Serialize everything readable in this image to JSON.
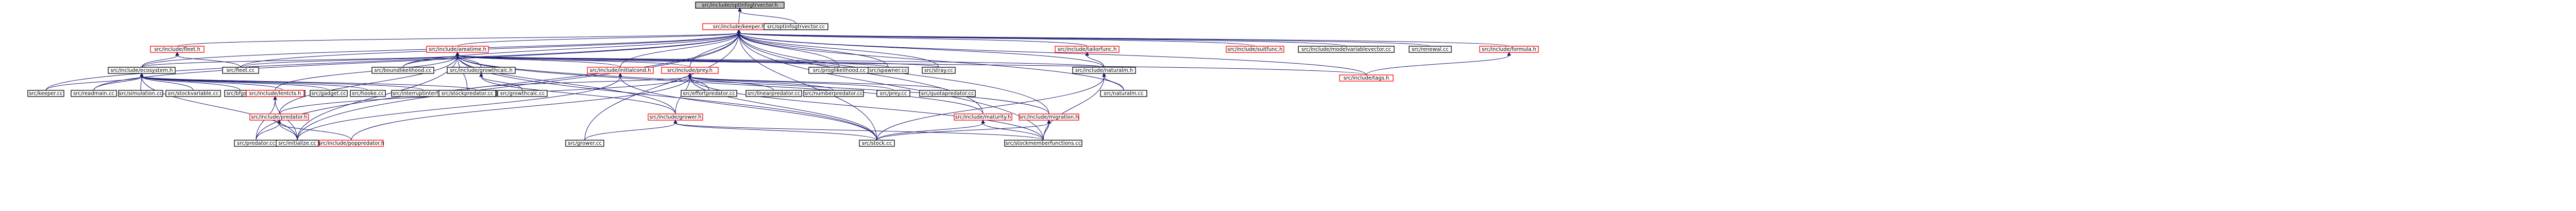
{
  "diagram": {
    "colors": {
      "root_fill": "#bfbfbf",
      "node_fill": "#ffffff",
      "node_border": "#000000",
      "truncated_border": "#ff0000",
      "edge": "#191970"
    },
    "nodes": [
      {
        "id": "optinfo",
        "label": "src/include/optinfogtrvector.h",
        "style": "base"
      },
      {
        "id": "keeper_h",
        "label": "src/include/keeper.h",
        "style": "red"
      },
      {
        "id": "optinfo_cc",
        "label": "src/optinfogtrvector.cc",
        "style": "normal"
      },
      {
        "id": "fleet_h",
        "label": "src/include/fleet.h",
        "style": "red"
      },
      {
        "id": "areatime_h",
        "label": "src/include/areatime.h",
        "style": "red"
      },
      {
        "id": "tailorfunc_h",
        "label": "src/include/tailorfunc.h",
        "style": "red"
      },
      {
        "id": "suitfunc_h",
        "label": "src/include/suitfunc.h",
        "style": "red"
      },
      {
        "id": "modelvar_h",
        "label": "src/include/modelvariablevector.cc",
        "style": "normal"
      },
      {
        "id": "renewal_cc",
        "label": "src/renewal.cc",
        "style": "normal"
      },
      {
        "id": "formula_h",
        "label": "src/include/formula.h",
        "style": "red"
      },
      {
        "id": "ecosystem_h",
        "label": "src/include/ecosystem.h",
        "style": "normal"
      },
      {
        "id": "fleet_cc",
        "label": "src/fleet.cc",
        "style": "normal"
      },
      {
        "id": "boundlik_cc",
        "label": "src/boundlikelihood.cc",
        "style": "normal"
      },
      {
        "id": "growthcalc_h",
        "label": "src/include/growthcalc.h",
        "style": "normal"
      },
      {
        "id": "initialcond_h",
        "label": "src/include/initialcond.h",
        "style": "red"
      },
      {
        "id": "prey_h",
        "label": "src/include/prey.h",
        "style": "red"
      },
      {
        "id": "proglik_cc",
        "label": "src/proglikelihood.cc",
        "style": "normal"
      },
      {
        "id": "spawner_cc",
        "label": "src/spawner.cc",
        "style": "normal"
      },
      {
        "id": "stray_cc",
        "label": "src/stray.cc",
        "style": "normal"
      },
      {
        "id": "naturalm_h",
        "label": "src/include/naturalm.h",
        "style": "normal"
      },
      {
        "id": "tags_h",
        "label": "src/include/tags.h",
        "style": "red"
      },
      {
        "id": "keeper_cc",
        "label": "src/keeper.cc",
        "style": "normal"
      },
      {
        "id": "readmain_cc",
        "label": "src/readmain.cc",
        "style": "normal"
      },
      {
        "id": "simulation_cc",
        "label": "src/simulation.cc",
        "style": "normal"
      },
      {
        "id": "stockvar_cc",
        "label": "src/stockvariable.cc",
        "style": "normal"
      },
      {
        "id": "bfgs_cc",
        "label": "src/bfgs.cc",
        "style": "normal"
      },
      {
        "id": "ecosystem_cc",
        "label": "src/ecosystem.cc",
        "style": "normal"
      },
      {
        "id": "gadget_cc",
        "label": "src/gadget.cc",
        "style": "normal"
      },
      {
        "id": "hooke_cc",
        "label": "src/hooke.cc",
        "style": "normal"
      },
      {
        "id": "interrupt_cc",
        "label": "src/interruptinterface.cc",
        "style": "normal"
      },
      {
        "id": "simann_cc",
        "label": "src/simann.cc",
        "style": "normal"
      },
      {
        "id": "lwi_h",
        "label": "src/include/lentcts.h",
        "style": "red"
      },
      {
        "id": "stockpred_cc",
        "label": "src/stockpredator.cc",
        "style": "normal"
      },
      {
        "id": "growthcalc_cc",
        "label": "src/growthcalc.cc",
        "style": "normal"
      },
      {
        "id": "predator_h",
        "label": "src/include/predator.h",
        "style": "red"
      },
      {
        "id": "grower_h",
        "label": "src/include/grower.h",
        "style": "red"
      },
      {
        "id": "effortpred_cc",
        "label": "src/effortpredator.cc",
        "style": "normal"
      },
      {
        "id": "linearpred_cc",
        "label": "src/linearpredator.cc",
        "style": "normal"
      },
      {
        "id": "numberpred_cc",
        "label": "src/numberpredator.cc",
        "style": "normal"
      },
      {
        "id": "prey_cc",
        "label": "src/prey.cc",
        "style": "normal"
      },
      {
        "id": "quotapred_cc",
        "label": "src/quotapredator.cc",
        "style": "normal"
      },
      {
        "id": "maturity_h",
        "label": "src/include/maturity.h",
        "style": "red"
      },
      {
        "id": "migration_h",
        "label": "src/include/migration.h",
        "style": "red"
      },
      {
        "id": "naturalm_cc",
        "label": "src/naturalm.cc",
        "style": "normal"
      },
      {
        "id": "predator_cc",
        "label": "src/predator.cc",
        "style": "normal"
      },
      {
        "id": "initialize_cc",
        "label": "src/initialize.cc",
        "style": "normal"
      },
      {
        "id": "poppred_h",
        "label": "src/include/poppredator.h",
        "style": "red"
      },
      {
        "id": "grower_cc",
        "label": "src/grower.cc",
        "style": "normal"
      },
      {
        "id": "stock_cc",
        "label": "src/stock.cc",
        "style": "normal"
      },
      {
        "id": "stockmember_cc",
        "label": "src/stockmemberfunctions.cc",
        "style": "normal"
      }
    ],
    "edges": [
      [
        "keeper_h",
        "optinfo"
      ],
      [
        "optinfo_cc",
        "optinfo"
      ],
      [
        "fleet_h",
        "keeper_h"
      ],
      [
        "areatime_h",
        "keeper_h"
      ],
      [
        "tailorfunc_h",
        "keeper_h"
      ],
      [
        "suitfunc_h",
        "keeper_h"
      ],
      [
        "modelvar_h",
        "keeper_h"
      ],
      [
        "renewal_cc",
        "keeper_h"
      ],
      [
        "formula_h",
        "keeper_h"
      ],
      [
        "ecosystem_h",
        "keeper_h"
      ],
      [
        "prey_h",
        "keeper_h"
      ],
      [
        "initialcond_h",
        "keeper_h"
      ],
      [
        "naturalm_h",
        "keeper_h"
      ],
      [
        "keeper_cc",
        "keeper_h"
      ],
      [
        "readmain_cc",
        "keeper_h"
      ],
      [
        "stock_cc",
        "keeper_h"
      ],
      [
        "stockmember_cc",
        "keeper_h"
      ],
      [
        "predator_cc",
        "keeper_h"
      ],
      [
        "initialize_cc",
        "keeper_h"
      ],
      [
        "naturalm_cc",
        "keeper_h"
      ],
      [
        "maturity_h",
        "keeper_h"
      ],
      [
        "migration_h",
        "keeper_h"
      ],
      [
        "grower_cc",
        "keeper_h"
      ],
      [
        "proglik_cc",
        "keeper_h"
      ],
      [
        "spawner_cc",
        "keeper_h"
      ],
      [
        "stray_cc",
        "keeper_h"
      ],
      [
        "boundlik_cc",
        "keeper_h"
      ],
      [
        "fleet_cc",
        "keeper_h"
      ],
      [
        "tags_h",
        "keeper_h"
      ],
      [
        "ecosystem_h",
        "fleet_h"
      ],
      [
        "fleet_cc",
        "fleet_h"
      ],
      [
        "growthcalc_h",
        "areatime_h"
      ],
      [
        "boundlik_cc",
        "areatime_h"
      ],
      [
        "initialcond_h",
        "areatime_h"
      ],
      [
        "prey_h",
        "areatime_h"
      ],
      [
        "proglik_cc",
        "areatime_h"
      ],
      [
        "spawner_cc",
        "areatime_h"
      ],
      [
        "stray_cc",
        "areatime_h"
      ],
      [
        "lwi_h",
        "areatime_h"
      ],
      [
        "fleet_cc",
        "areatime_h"
      ],
      [
        "ecosystem_h",
        "areatime_h"
      ],
      [
        "tags_h",
        "areatime_h"
      ],
      [
        "stockpred_cc",
        "areatime_h"
      ],
      [
        "grower_h",
        "areatime_h"
      ],
      [
        "predator_h",
        "areatime_h"
      ],
      [
        "naturalm_h",
        "areatime_h"
      ],
      [
        "maturity_h",
        "areatime_h"
      ],
      [
        "migration_h",
        "areatime_h"
      ],
      [
        "stock_cc",
        "areatime_h"
      ],
      [
        "initialize_cc",
        "areatime_h"
      ],
      [
        "naturalm_h",
        "tailorfunc_h"
      ],
      [
        "tags_h",
        "formula_h"
      ],
      [
        "keeper_cc",
        "ecosystem_h"
      ],
      [
        "readmain_cc",
        "ecosystem_h"
      ],
      [
        "simulation_cc",
        "ecosystem_h"
      ],
      [
        "stockvar_cc",
        "ecosystem_h"
      ],
      [
        "bfgs_cc",
        "ecosystem_h"
      ],
      [
        "ecosystem_cc",
        "ecosystem_h"
      ],
      [
        "gadget_cc",
        "ecosystem_h"
      ],
      [
        "hooke_cc",
        "ecosystem_h"
      ],
      [
        "interrupt_cc",
        "ecosystem_h"
      ],
      [
        "simann_cc",
        "ecosystem_h"
      ],
      [
        "initialize_cc",
        "ecosystem_h"
      ],
      [
        "growthcalc_cc",
        "growthcalc_h"
      ],
      [
        "grower_h",
        "growthcalc_h"
      ],
      [
        "stock_cc",
        "initialcond_h"
      ],
      [
        "initialize_cc",
        "initialcond_h"
      ],
      [
        "predator_h",
        "prey_h"
      ],
      [
        "grower_h",
        "prey_h"
      ],
      [
        "effortpred_cc",
        "prey_h"
      ],
      [
        "linearpred_cc",
        "prey_h"
      ],
      [
        "numberpred_cc",
        "prey_h"
      ],
      [
        "prey_cc",
        "prey_h"
      ],
      [
        "quotapred_cc",
        "prey_h"
      ],
      [
        "stock_cc",
        "prey_h"
      ],
      [
        "stockmember_cc",
        "prey_h"
      ],
      [
        "stockpred_cc",
        "prey_h"
      ],
      [
        "poppred_h",
        "prey_h"
      ],
      [
        "predator_cc",
        "lwi_h"
      ],
      [
        "initialize_cc",
        "lwi_h"
      ],
      [
        "predator_cc",
        "predator_h"
      ],
      [
        "initialize_cc",
        "predator_h"
      ],
      [
        "poppred_h",
        "predator_h"
      ],
      [
        "grower_cc",
        "grower_h"
      ],
      [
        "stock_cc",
        "grower_h"
      ],
      [
        "stockmember_cc",
        "grower_h"
      ],
      [
        "naturalm_cc",
        "naturalm_h"
      ],
      [
        "stock_cc",
        "naturalm_h"
      ],
      [
        "stockmember_cc",
        "naturalm_h"
      ],
      [
        "stock_cc",
        "maturity_h"
      ],
      [
        "stockmember_cc",
        "maturity_h"
      ],
      [
        "stock_cc",
        "migration_h"
      ],
      [
        "stockmember_cc",
        "migration_h"
      ]
    ]
  }
}
